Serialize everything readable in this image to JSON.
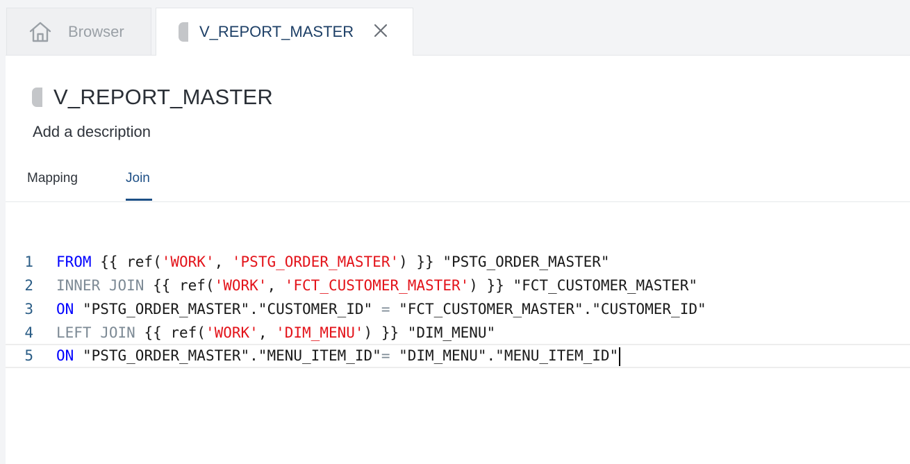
{
  "tabs": {
    "browser_label": "Browser",
    "active_label": "V_REPORT_MASTER"
  },
  "page": {
    "title": "V_REPORT_MASTER",
    "description_placeholder": "Add a description"
  },
  "subtabs": {
    "mapping": "Mapping",
    "join": "Join",
    "active": "Join"
  },
  "editor": {
    "lines": [
      {
        "number": "1",
        "tokens": [
          {
            "text": "FROM",
            "type": "kw-blue"
          },
          {
            "text": " {{ ref(",
            "type": "plain"
          },
          {
            "text": "'WORK'",
            "type": "str"
          },
          {
            "text": ", ",
            "type": "plain"
          },
          {
            "text": "'PSTG_ORDER_MASTER'",
            "type": "str"
          },
          {
            "text": ") }} \"PSTG_ORDER_MASTER\"",
            "type": "plain"
          }
        ]
      },
      {
        "number": "2",
        "tokens": [
          {
            "text": "INNER JOIN",
            "type": "kw-gray"
          },
          {
            "text": " {{ ref(",
            "type": "plain"
          },
          {
            "text": "'WORK'",
            "type": "str"
          },
          {
            "text": ", ",
            "type": "plain"
          },
          {
            "text": "'FCT_CUSTOMER_MASTER'",
            "type": "str"
          },
          {
            "text": ") }} \"FCT_CUSTOMER_MASTER\"",
            "type": "plain"
          }
        ]
      },
      {
        "number": "3",
        "tokens": [
          {
            "text": "ON",
            "type": "kw-blue"
          },
          {
            "text": " \"PSTG_ORDER_MASTER\".\"CUSTOMER_ID\" ",
            "type": "plain"
          },
          {
            "text": "=",
            "type": "kw-gray"
          },
          {
            "text": " \"FCT_CUSTOMER_MASTER\".\"CUSTOMER_ID\"",
            "type": "plain"
          }
        ]
      },
      {
        "number": "4",
        "tokens": [
          {
            "text": "LEFT JOIN",
            "type": "kw-gray"
          },
          {
            "text": " {{ ref(",
            "type": "plain"
          },
          {
            "text": "'WORK'",
            "type": "str"
          },
          {
            "text": ", ",
            "type": "plain"
          },
          {
            "text": "'DIM_MENU'",
            "type": "str"
          },
          {
            "text": ") }} \"DIM_MENU\"",
            "type": "plain"
          }
        ]
      },
      {
        "number": "5",
        "tokens": [
          {
            "text": "ON",
            "type": "kw-blue"
          },
          {
            "text": " \"PSTG_ORDER_MASTER\".\"MENU_ITEM_ID\"",
            "type": "plain"
          },
          {
            "text": "=",
            "type": "kw-gray"
          },
          {
            "text": " \"DIM_MENU\".\"MENU_ITEM_ID\"",
            "type": "plain"
          }
        ],
        "current": true
      }
    ]
  },
  "icons": {
    "browser_tab": "home-icon",
    "close_tab": "close-icon",
    "object_type": "view-pill-icon"
  },
  "colors": {
    "accent": "#1d4f86",
    "keyword": "#0000ff",
    "keyword_muted": "#7d8a95",
    "string": "#e3131a"
  }
}
